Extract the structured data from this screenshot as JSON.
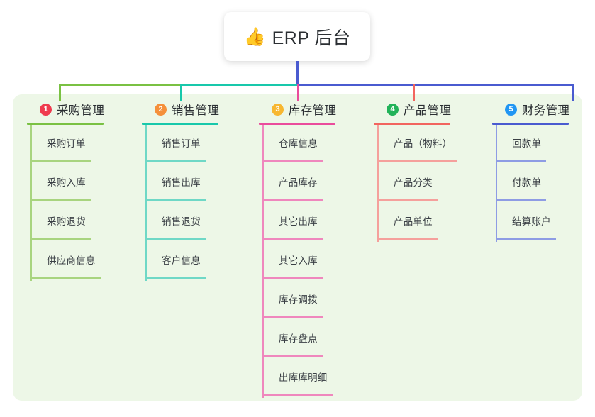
{
  "root": {
    "icon": "thumbs-up-icon",
    "emoji": "👍",
    "title": "ERP 后台"
  },
  "colors": {
    "panel_bg": "#edf7e7",
    "page_bg": "#ffffff",
    "text": "#2b2f33",
    "leaf_text": "#3a3f45",
    "trunk": "#4a5bd0",
    "branch_green": "#7ac143",
    "branch_teal": "#18c8ab",
    "branch_pink": "#ea4c9c",
    "branch_red": "#f2655f",
    "branch_blue": "#4a5bd0",
    "badge_1": "#ef3b4e",
    "badge_2": "#f5903a",
    "badge_3": "#f7b731",
    "badge_4": "#22b359",
    "badge_5": "#2196f3"
  },
  "branches": [
    {
      "number": "1",
      "label": "采购管理",
      "color": "#7ac143",
      "badge_color": "#ef3b4e",
      "leaf_line_color": "#a8d47f",
      "items": [
        {
          "label": "采购订单"
        },
        {
          "label": "采购入库"
        },
        {
          "label": "采购退货"
        },
        {
          "label": "供应商信息"
        }
      ]
    },
    {
      "number": "2",
      "label": "销售管理",
      "color": "#18c8ab",
      "badge_color": "#f5903a",
      "leaf_line_color": "#6fd8c6",
      "items": [
        {
          "label": "销售订单"
        },
        {
          "label": "销售出库"
        },
        {
          "label": "销售退货"
        },
        {
          "label": "客户信息"
        }
      ]
    },
    {
      "number": "3",
      "label": "库存管理",
      "color": "#ea4c9c",
      "badge_color": "#f7b731",
      "leaf_line_color": "#ef87bd",
      "items": [
        {
          "label": "仓库信息"
        },
        {
          "label": "产品库存"
        },
        {
          "label": "其它出库"
        },
        {
          "label": "其它入库"
        },
        {
          "label": "库存调拨"
        },
        {
          "label": "库存盘点"
        },
        {
          "label": "出库库明细"
        }
      ]
    },
    {
      "number": "4",
      "label": "产品管理",
      "color": "#f2655f",
      "badge_color": "#22b359",
      "leaf_line_color": "#f5a09c",
      "items": [
        {
          "label": "产品（物料）"
        },
        {
          "label": "产品分类"
        },
        {
          "label": "产品单位"
        }
      ]
    },
    {
      "number": "5",
      "label": "财务管理",
      "color": "#4a5bd0",
      "badge_color": "#2196f3",
      "leaf_line_color": "#8e9ce4",
      "items": [
        {
          "label": "回款单"
        },
        {
          "label": "付款单"
        },
        {
          "label": "结算账户"
        }
      ]
    }
  ]
}
